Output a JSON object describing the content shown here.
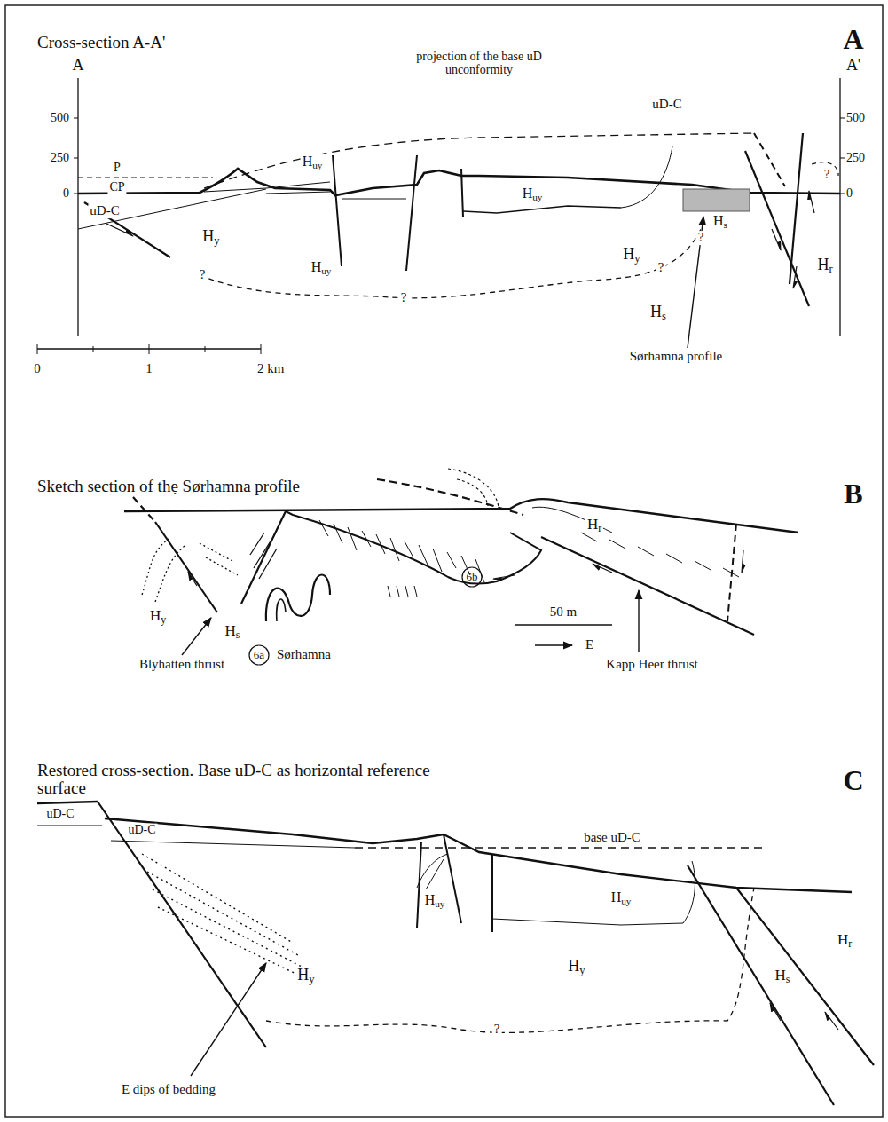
{
  "diagram": {
    "labels": [
      "Cross-section A-A'",
      "A",
      "A",
      "A'",
      "500",
      "250",
      "0",
      "500",
      "250",
      "0",
      "projection of the base uD unconformity",
      "uD-C",
      "P",
      "CP",
      "uD-C",
      "Huy",
      "Huy",
      "Huy",
      "Hy",
      "Hs",
      "Hr",
      "Hy",
      "Hs",
      "?",
      "?",
      "?",
      "?",
      "?",
      "Sørhamna profile",
      "0",
      "1",
      "2 km",
      "Sketch section of thẹ Sørhamna profile",
      "B",
      "Hr",
      "6b",
      "Hy",
      "Hs",
      "6a",
      "Sørhamna",
      "50 m",
      "E",
      "Blyhatten thrust",
      "Kapp Heer thrust",
      "Restored cross-section. Base uD-C as horizontal reference surface",
      "C",
      "uD-C",
      "uD-C",
      "base uD-C",
      "Huy",
      "Huy",
      "Hy",
      "Hy",
      "Hs",
      "Hr",
      "E dips of bedding",
      "?"
    ]
  }
}
